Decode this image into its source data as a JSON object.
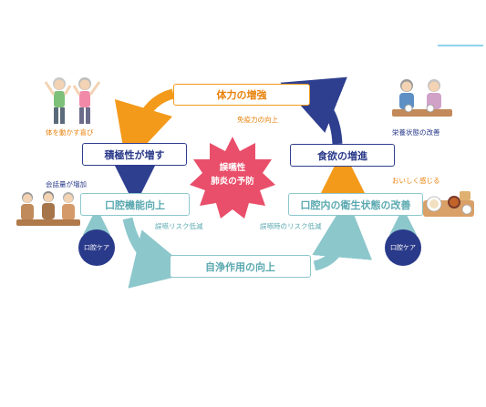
{
  "boxes": {
    "stamina": "体力の増強",
    "positivity": "積極性が増す",
    "appetite": "食欲の増進",
    "oral_function": "口腔機能向上",
    "oral_hygiene": "口腔内の衛生状態の改善",
    "self_cleaning": "自浄作用の向上"
  },
  "center": {
    "line1": "誤嚥性",
    "line2": "肺炎の予防"
  },
  "labels": {
    "immunity": "免疫力の向上",
    "move_joy": "体を動かす喜び",
    "conversation": "会話量が増加",
    "nutrition": "栄養状態の改善",
    "tasty": "おいしく感じる",
    "aspiration_risk_left": "誤嚥リスク低減",
    "aspiration_risk_right": "誤嚥時のリスク低減"
  },
  "badges": {
    "left": "口腔ケア",
    "right": "口腔ケア"
  },
  "colors": {
    "orange": "#f39a1a",
    "navy": "#2f3f8f",
    "teal": "#8cc7cc",
    "burst": "#e94f6a"
  }
}
